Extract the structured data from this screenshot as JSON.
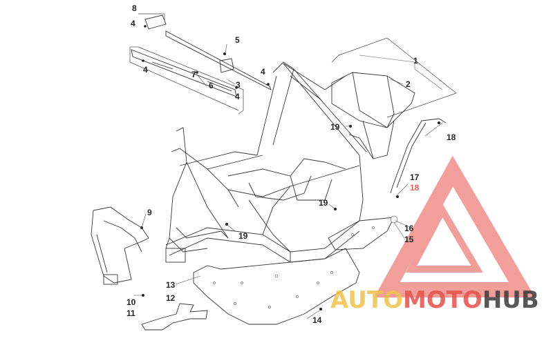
{
  "callouts": [
    {
      "id": "c1",
      "text": "1"
    },
    {
      "id": "c2",
      "text": "2"
    },
    {
      "id": "c3",
      "text": "3"
    },
    {
      "id": "c4a",
      "text": "4"
    },
    {
      "id": "c4b",
      "text": "4"
    },
    {
      "id": "c4c",
      "text": "4"
    },
    {
      "id": "c4d",
      "text": "4"
    },
    {
      "id": "c5",
      "text": "5"
    },
    {
      "id": "c6",
      "text": "6"
    },
    {
      "id": "c7",
      "text": "7"
    },
    {
      "id": "c8",
      "text": "8"
    },
    {
      "id": "c9",
      "text": "9"
    },
    {
      "id": "c10",
      "text": "10"
    },
    {
      "id": "c11",
      "text": "11"
    },
    {
      "id": "c12",
      "text": "12"
    },
    {
      "id": "c13",
      "text": "13"
    },
    {
      "id": "c14",
      "text": "14"
    },
    {
      "id": "c15",
      "text": "15"
    },
    {
      "id": "c16",
      "text": "16"
    },
    {
      "id": "c17",
      "text": "17"
    },
    {
      "id": "c18a",
      "text": "18"
    },
    {
      "id": "c18b",
      "text": "18"
    },
    {
      "id": "c19a",
      "text": "19"
    },
    {
      "id": "c19b",
      "text": "19"
    },
    {
      "id": "c19c",
      "text": "19"
    }
  ],
  "watermark": {
    "auto": "AUTO",
    "moto": "MOTO",
    "hub": "HUB",
    "colors": {
      "auto": "#f2c24a",
      "moto": "#e8504a",
      "hub": "#3a3a3a",
      "triangle": "#e8504a"
    }
  },
  "colors": {
    "line": "#333333",
    "callout": "#222222",
    "callout_highlight": "#e05a5a"
  }
}
